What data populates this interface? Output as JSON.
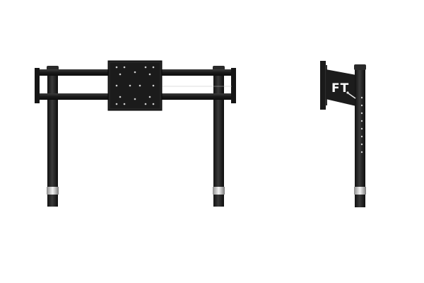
{
  "image": {
    "subject": "monitor-stand-product-views",
    "views": [
      "front-view",
      "side-view"
    ],
    "colors": {
      "background": "#ffffff",
      "steel": "#1d1d1d",
      "steel_highlight": "#3a3a3a",
      "collar": "#c8c8c8",
      "hole": "#d0d0d0"
    }
  },
  "brand": {
    "logo_text": "FT"
  }
}
